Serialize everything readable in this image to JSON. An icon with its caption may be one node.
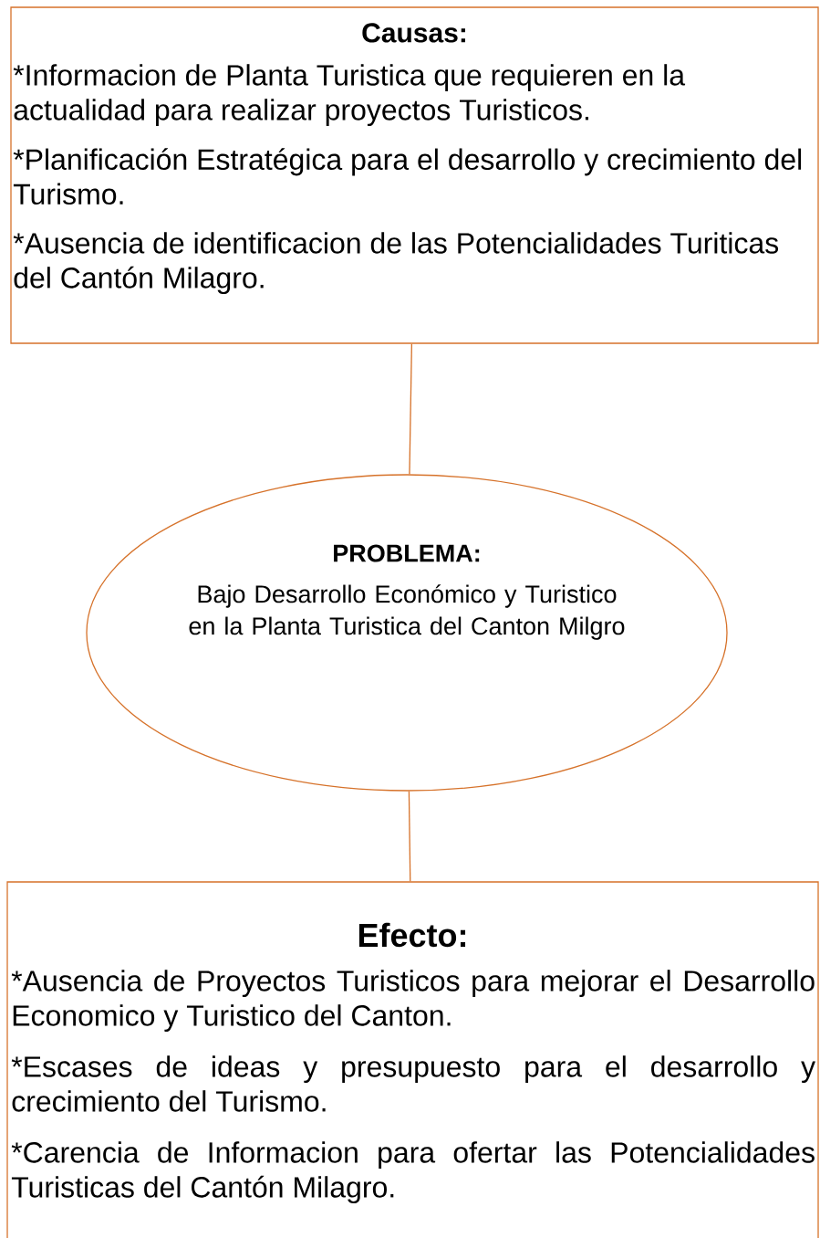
{
  "diagram": {
    "nodes": [
      {
        "text": [
          "Causas:",
          "*Informacion de Planta Turistica que requieren en la actualidad para realizar proyectos Turisticos.",
          "*Planificación Estratégica para el desarrollo y crecimiento del Turismo.",
          "*Ausencia de identificacion de las Potencialidades Turiticas del Cantón Milagro."
        ]
      },
      {
        "text": [
          "PROBLEMA:",
          "Bajo Desarrollo Económico y Turistico en la Planta Turistica del Canton Milgro"
        ]
      },
      {
        "text": [
          "Efecto:",
          "*Ausencia de Proyectos Turisticos para mejorar el Desarrollo Economico y Turistico del Canton.",
          "*Escases de ideas y presupuesto para el desarrollo y crecimiento del Turismo.",
          "*Carencia de Informacion para ofertar las Potencialidades Turisticas del Cantón Milagro."
        ]
      }
    ],
    "edges": [
      {
        "from": 0,
        "to": 1,
        "arrow": "none"
      },
      {
        "from": 1,
        "to": 2,
        "arrow": "none"
      }
    ]
  }
}
